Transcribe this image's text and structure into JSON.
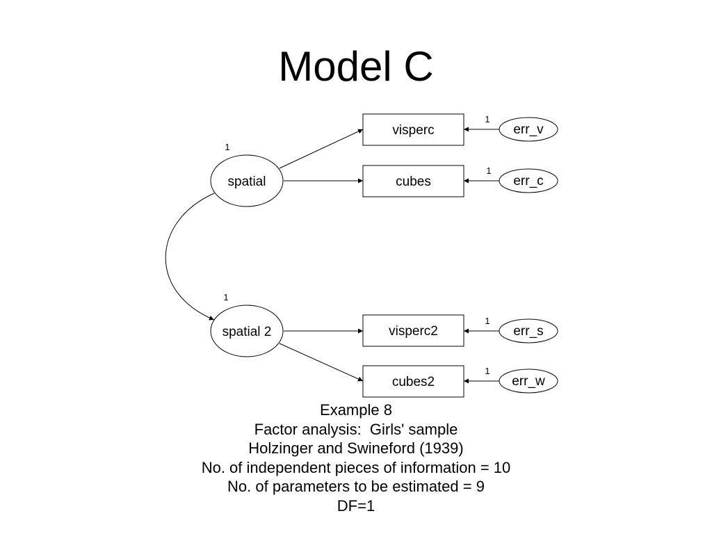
{
  "title": "Model C",
  "nodes": {
    "spatial": "spatial",
    "spatial2": "spatial 2",
    "visperc": "visperc",
    "cubes": "cubes",
    "visperc2": "visperc2",
    "cubes2": "cubes2",
    "err_v": "err_v",
    "err_c": "err_c",
    "err_s": "err_s",
    "err_w": "err_w"
  },
  "weights": {
    "spatial_variance": "1",
    "spatial2_variance": "1",
    "err_v": "1",
    "err_c": "1",
    "err_s": "1",
    "err_w": "1"
  },
  "caption": [
    "Example 8",
    "Factor analysis:  Girls' sample",
    "Holzinger and Swineford (1939)",
    "No. of independent pieces of information = 10",
    "No. of parameters to be estimated = 9",
    "DF=1"
  ]
}
